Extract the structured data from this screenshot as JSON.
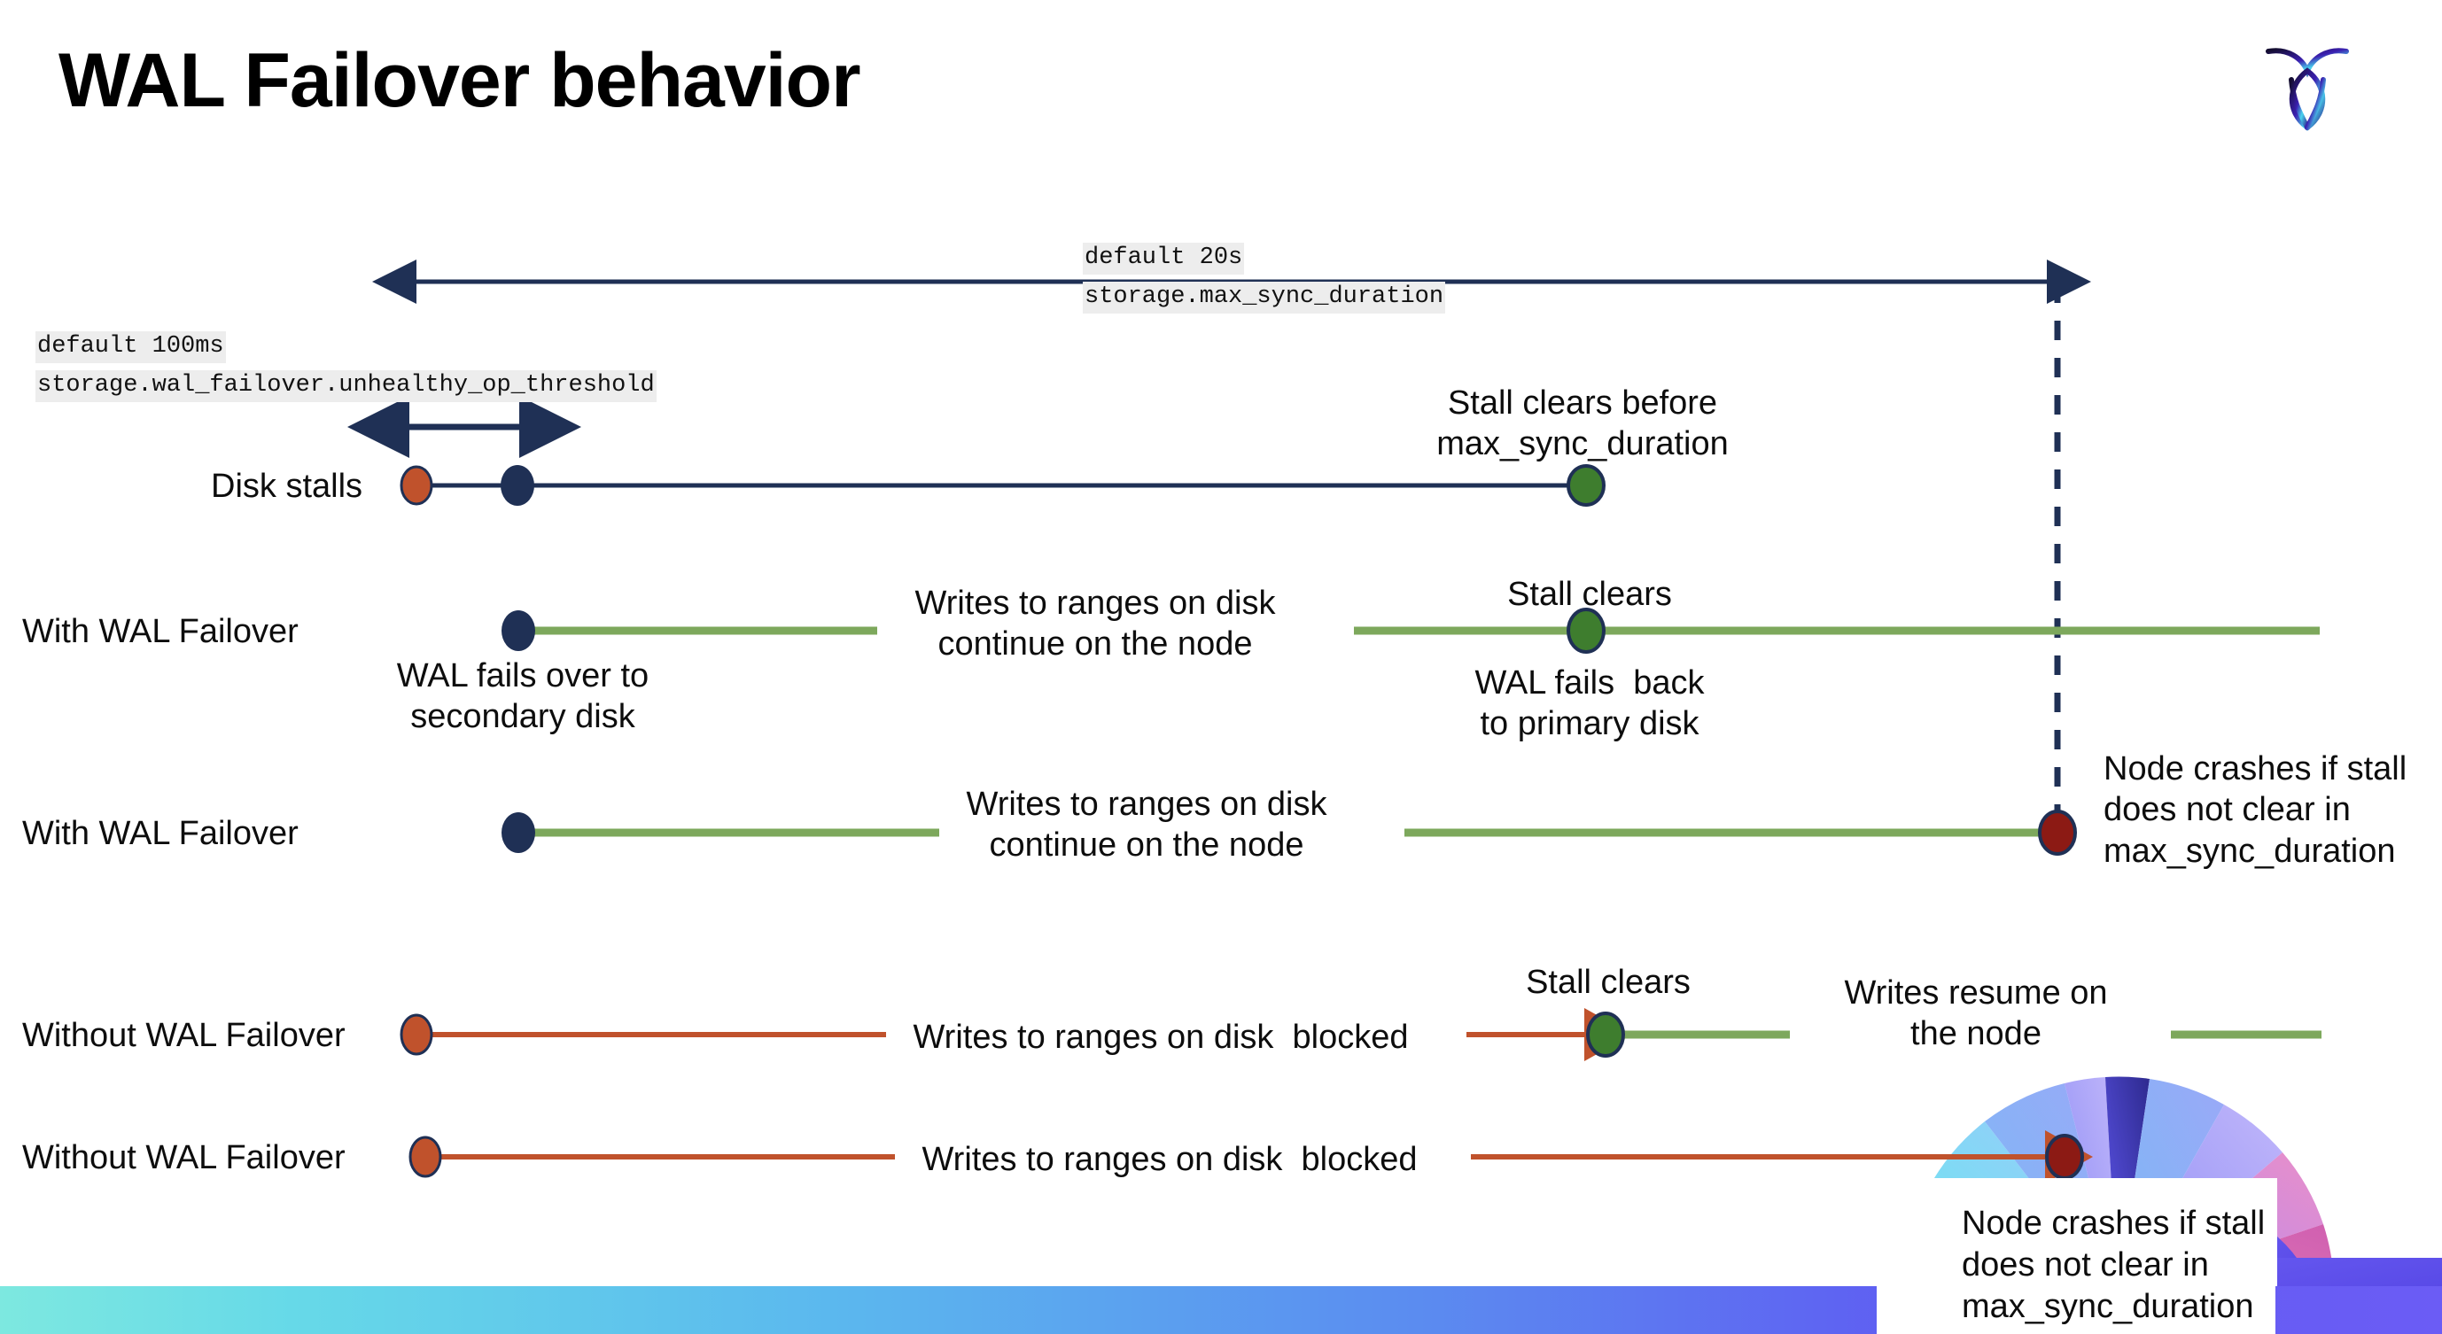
{
  "slide": {
    "title": "WAL Failover behavior",
    "brand_logo": "cockroachdb-logo",
    "accent_colors": {
      "navy": "#1F3055",
      "green_line": "#7DA85C",
      "green_dot": "#3E7D2E",
      "orange": "#C0522C",
      "dark_red": "#8C1A14",
      "code_bg": "#EDEDED",
      "bar_gradient_start": "#7DE8E0",
      "bar_gradient_end": "#6B5CF5"
    }
  },
  "settings": {
    "max_sync": {
      "default_line": "default 20s",
      "name_line": "storage.max_sync_duration"
    },
    "unhealthy_threshold": {
      "default_line": "default 100ms",
      "name_line": "storage.wal_failover.unhealthy_op_threshold"
    }
  },
  "rows": [
    {
      "id": "disk-stalls",
      "label": "Disk stalls",
      "annotations": [
        {
          "id": "stall-clears-before",
          "text": "Stall clears before\nmax_sync_duration"
        }
      ]
    },
    {
      "id": "with-wal-failover-recovers",
      "label": "With WAL Failover",
      "annotations": [
        {
          "id": "failover-to-secondary",
          "text": "WAL fails over to\nsecondary disk"
        },
        {
          "id": "writes-continue",
          "text": "Writes to ranges on disk\ncontinue on the node"
        },
        {
          "id": "stall-clears",
          "text": "Stall clears"
        },
        {
          "id": "fails-back-primary",
          "text": "WAL fails  back\nto primary disk"
        }
      ]
    },
    {
      "id": "with-wal-failover-crash",
      "label": "With WAL Failover",
      "annotations": [
        {
          "id": "writes-continue-2",
          "text": "Writes to ranges on disk\ncontinue on the node"
        },
        {
          "id": "node-crashes-1",
          "text": "Node crashes if stall\ndoes not clear in\nmax_sync_duration"
        }
      ]
    },
    {
      "id": "without-wal-failover-recovers",
      "label": "Without WAL Failover",
      "annotations": [
        {
          "id": "writes-blocked",
          "text": "Writes to ranges on disk  blocked"
        },
        {
          "id": "stall-clears-2",
          "text": "Stall clears"
        },
        {
          "id": "writes-resume",
          "text": "Writes resume on\nthe node"
        }
      ]
    },
    {
      "id": "without-wal-failover-crash",
      "label": "Without WAL Failover",
      "annotations": [
        {
          "id": "writes-blocked-2",
          "text": "Writes to ranges on disk  blocked"
        },
        {
          "id": "node-crashes-2",
          "text": "Node crashes if stall\ndoes not clear in\nmax_sync_duration"
        }
      ]
    }
  ]
}
